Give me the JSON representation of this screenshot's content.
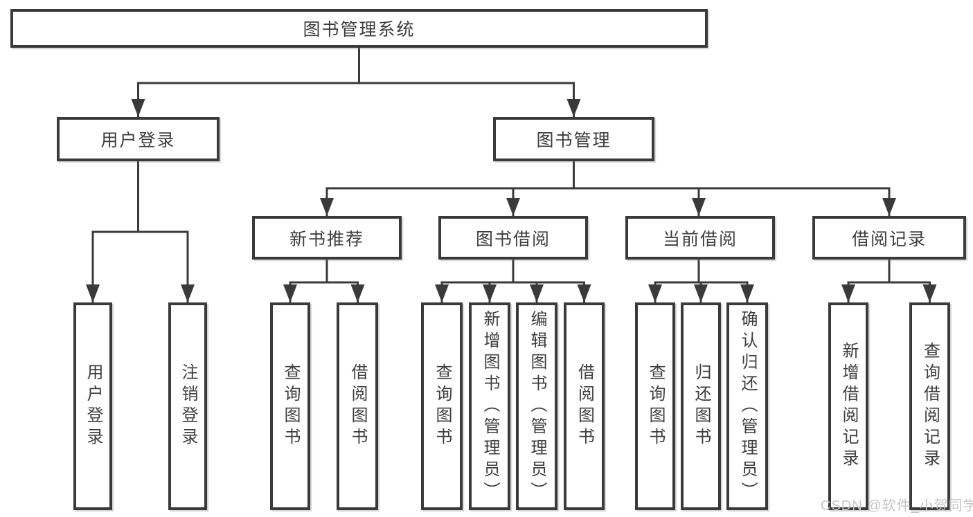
{
  "diagram": {
    "root": {
      "label": "图书管理系统"
    },
    "branches": [
      {
        "label": "用户登录",
        "children": [
          {
            "label": "用户登录"
          },
          {
            "label": "注销登录"
          }
        ]
      },
      {
        "label": "图书管理",
        "sections": [
          {
            "label": "新书推荐",
            "children": [
              {
                "label": "查询图书"
              },
              {
                "label": "借阅图书"
              }
            ]
          },
          {
            "label": "图书借阅",
            "children": [
              {
                "label": "查询图书"
              },
              {
                "label": "新增图书（管理员）"
              },
              {
                "label": "编辑图书（管理员）"
              },
              {
                "label": "借阅图书"
              }
            ]
          },
          {
            "label": "当前借阅",
            "children": [
              {
                "label": "查询图书"
              },
              {
                "label": "归还图书"
              },
              {
                "label": "确认归还（管理员）"
              }
            ]
          },
          {
            "label": "借阅记录",
            "children": [
              {
                "label": "新增借阅记录"
              },
              {
                "label": "查询借阅记录"
              }
            ]
          }
        ]
      }
    ]
  },
  "watermark": {
    "text": "CSDN @软件_小贺同学"
  },
  "colors": {
    "line": "#3a3a3a",
    "text": "#3d3d3d",
    "watermark": "#c6c6c6",
    "background": "#ffffff"
  }
}
